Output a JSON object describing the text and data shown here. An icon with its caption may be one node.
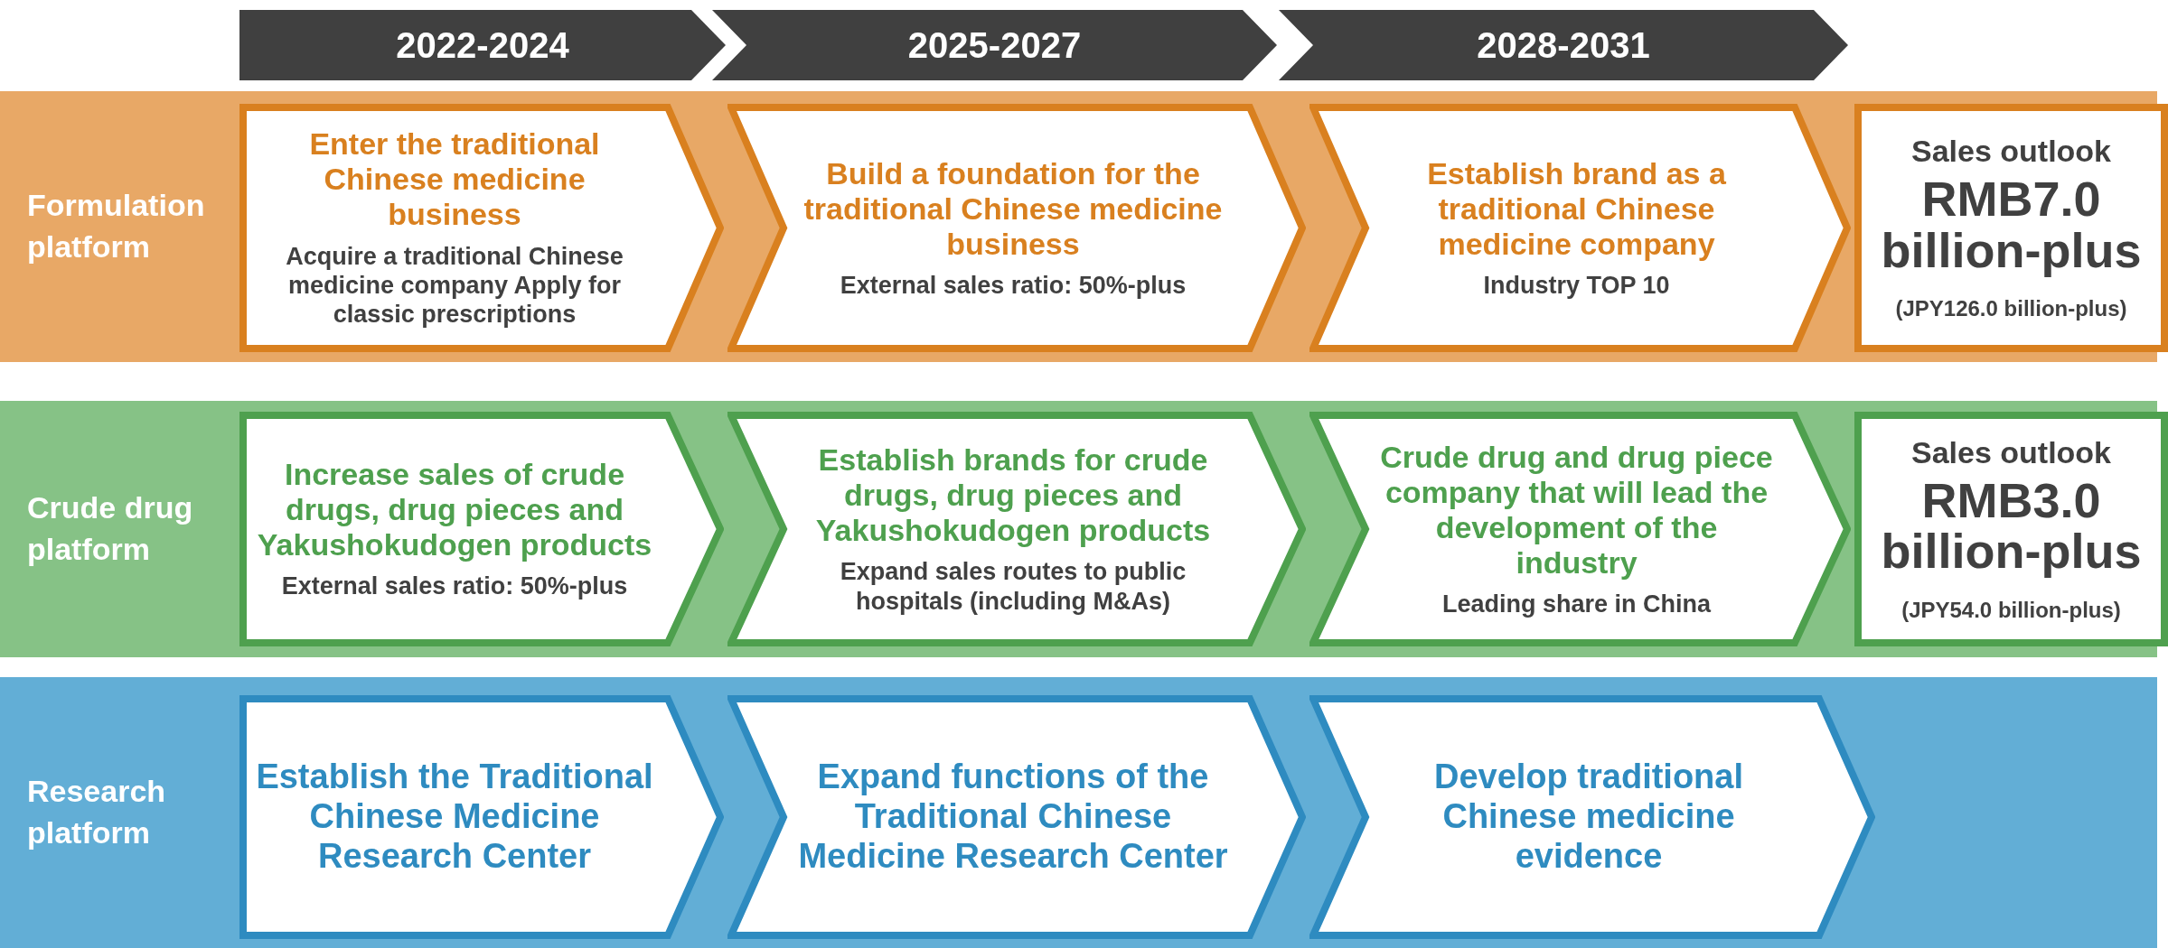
{
  "diagram": {
    "nodes": [
      {
        "text": [
          "2022-2024"
        ]
      },
      {
        "text": [
          "2025-2027"
        ]
      },
      {
        "text": [
          "2028-2031"
        ]
      },
      {
        "text": [
          "Formulation platform"
        ]
      },
      {
        "text": [
          "Enter the traditional Chinese medicine business",
          "Acquire a traditional Chinese medicine company Apply for classic prescriptions"
        ],
        "in": 3
      },
      {
        "text": [
          "Build a foundation for the traditional Chinese medicine business",
          "External sales ratio: 50%-plus"
        ],
        "in": 3
      },
      {
        "text": [
          "Establish brand as a traditional Chinese medicine company",
          "Industry TOP 10"
        ],
        "in": 3
      },
      {
        "text": [
          "Sales outlook",
          "RMB7.0 billion-plus",
          "(JPY126.0 billion-plus)"
        ],
        "in": 3
      },
      {
        "text": [
          "Crude drug platform"
        ]
      },
      {
        "text": [
          "Increase sales of crude drugs, drug pieces and Yakushokudogen products",
          "External sales ratio: 50%-plus"
        ],
        "in": 8
      },
      {
        "text": [
          "Establish brands for crude drugs, drug pieces and Yakushokudogen products",
          "Expand sales routes to public hospitals (including M&As)"
        ],
        "in": 8
      },
      {
        "text": [
          "Crude drug and drug piece company that will lead the development of the industry",
          "Leading share in China"
        ],
        "in": 8
      },
      {
        "text": [
          "Sales outlook",
          "RMB3.0 billion-plus",
          "(JPY54.0 billion-plus)"
        ],
        "in": 8
      },
      {
        "text": [
          "Research platform"
        ]
      },
      {
        "text": [
          "Establish the Traditional Chinese Medicine Research Center"
        ],
        "in": 13
      },
      {
        "text": [
          "Expand functions of the Traditional Chinese Medicine Research Center"
        ],
        "in": 13
      },
      {
        "text": [
          "Develop traditional Chinese medicine evidence"
        ],
        "in": 13
      }
    ]
  }
}
